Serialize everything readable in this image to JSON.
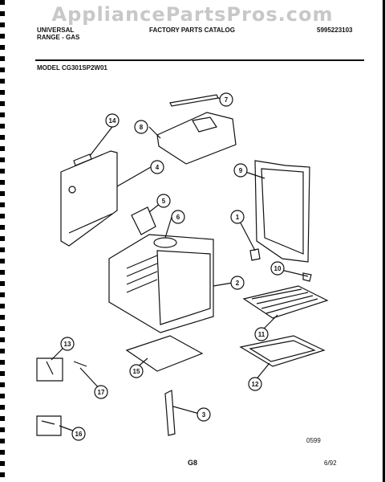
{
  "watermark": "AppliancePartsPros.com",
  "header": {
    "brand_line1": "UNIVERSAL",
    "brand_line2": "RANGE - GAS",
    "catalog": "FACTORY PARTS CATALOG",
    "part_number": "5995223103",
    "model": "MODEL CG301SP2W01"
  },
  "callouts": [
    "1",
    "2",
    "3",
    "4",
    "5",
    "6",
    "7",
    "8",
    "9",
    "10",
    "11",
    "12",
    "13",
    "14",
    "15",
    "16",
    "17"
  ],
  "footer": {
    "code": "0599",
    "page": "G8",
    "date": "6/92"
  }
}
